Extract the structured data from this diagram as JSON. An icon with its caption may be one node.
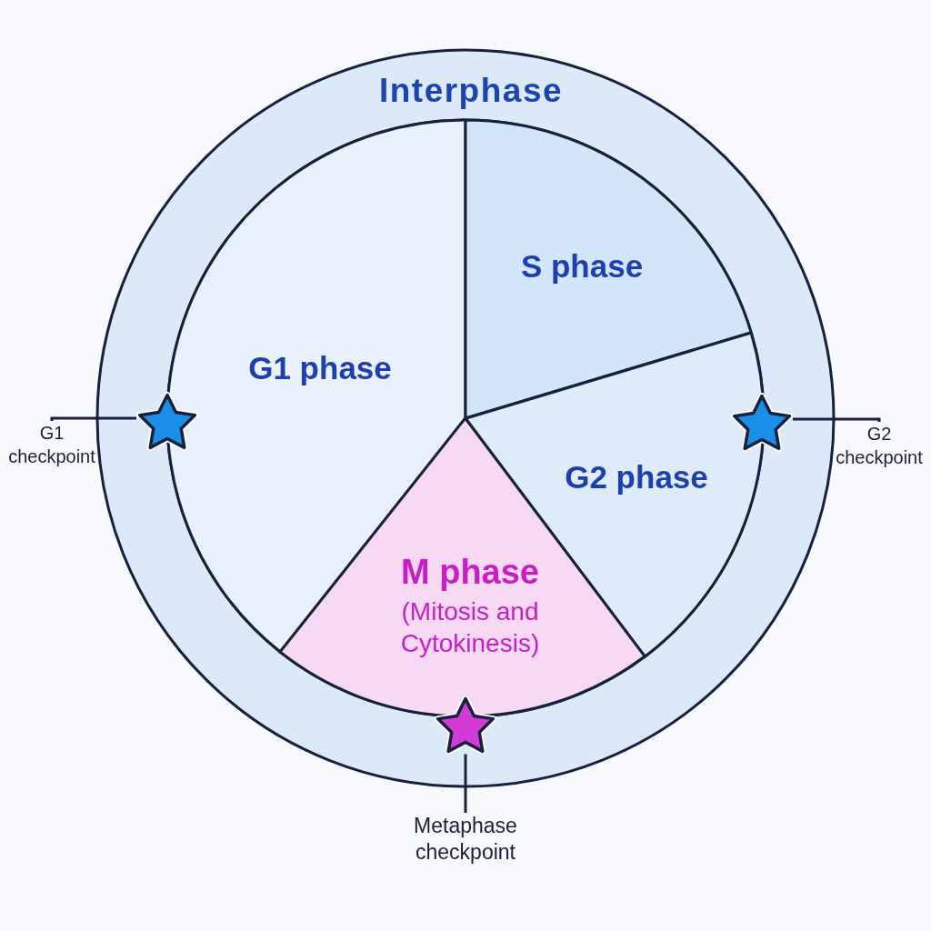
{
  "diagram": {
    "nodes": [
      {
        "text": [
          "Interphase"
        ]
      },
      {
        "text": [
          "G1 phase"
        ],
        "in": 0
      },
      {
        "text": [
          "S phase"
        ],
        "in": 0
      },
      {
        "text": [
          "G2 phase"
        ],
        "in": 0
      },
      {
        "text": [
          "M phase",
          "(Mitosis and Cytokinesis)"
        ],
        "in": 0
      },
      {
        "text": [
          "G1 checkpoint"
        ]
      },
      {
        "text": [
          "G2 checkpoint"
        ]
      },
      {
        "text": [
          "Metaphase checkpoint"
        ]
      },
      {
        "text": [],
        "shape": "star",
        "in": 0
      },
      {
        "text": [],
        "shape": "star",
        "in": 0
      },
      {
        "text": [],
        "shape": "star",
        "in": 0
      }
    ],
    "edges": [
      {
        "from": 5,
        "to": 8,
        "arrow": "none"
      },
      {
        "from": 6,
        "to": 10,
        "arrow": "none"
      },
      {
        "from": 7,
        "to": 9,
        "arrow": "none"
      }
    ]
  }
}
